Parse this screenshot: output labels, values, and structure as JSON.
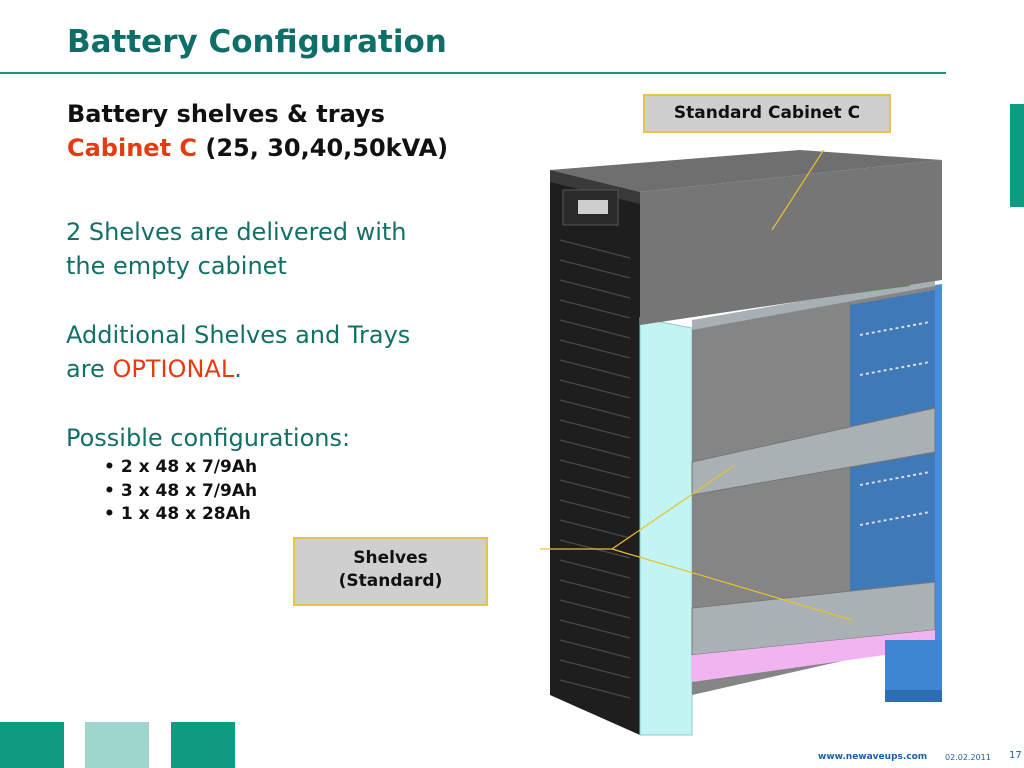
{
  "slide": {
    "title": "Battery Configuration",
    "subtitle_line1": "Battery shelves & trays",
    "subtitle_highlight": "Cabinet C",
    "subtitle_rest": " (25, 30,40,50kVA)",
    "para1_line1": "2 Shelves are delivered with",
    "para1_line2": "the empty cabinet",
    "para2_line1": "Additional Shelves and Trays",
    "para2_prefix": "are ",
    "para2_highlight": "OPTIONAL",
    "para2_suffix": ".",
    "para3": "Possible configurations:",
    "configurations": [
      "2 x 48 x 7/9Ah",
      "3 x 48 x 7/9Ah",
      "1 x 48 x 28Ah"
    ],
    "callout_cabinet": "Standard Cabinet C",
    "callout_shelves_line1": "Shelves",
    "callout_shelves_line2": "(Standard)"
  },
  "footer": {
    "url": "www.newaveups.com",
    "date": "02.02.2011",
    "page": "17"
  },
  "colors": {
    "title": "#0e6e68",
    "accent_red": "#e63b11",
    "brand_green": "#0f9b80",
    "brand_light": "#9ed6cd",
    "callout_border": "#e8c34a"
  }
}
